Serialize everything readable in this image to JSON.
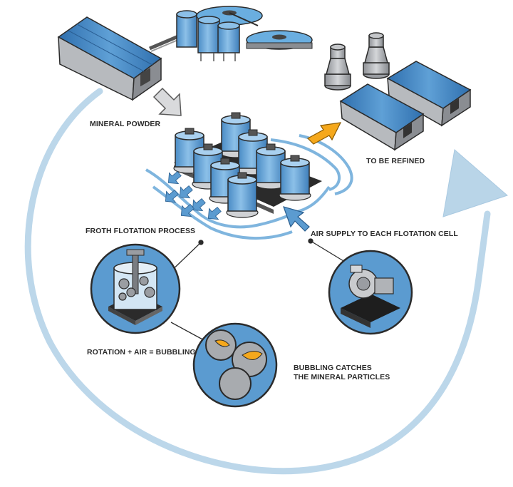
{
  "labels": {
    "mineral_powder": "MINERAL POWDER",
    "to_be_refined": "TO BE REFINED",
    "froth_flotation": "FROTH FLOTATION PROCESS",
    "air_supply": "AIR SUPPLY TO EACH FLOTATION CELL",
    "rotation_air": "ROTATION + AIR = BUBBLING",
    "bubbling_catches_1": "BUBBLING CATCHES",
    "bubbling_catches_2": "THE MINERAL PARTICLES"
  },
  "colors": {
    "accent_blue": "#5b9bd0",
    "cycle_arrow": "#b9d5e8",
    "roof_blue": "#3d7fc0",
    "wall_gray": "#a8abaf",
    "highlight_arrow": "#f5a81c",
    "outline": "#2b2b2b"
  },
  "icons": [
    "mine-plant-icon",
    "flotation-cells-icon",
    "refinery-icon",
    "flotation-cell-detail-icon",
    "air-blower-icon",
    "bubble-particles-icon"
  ]
}
